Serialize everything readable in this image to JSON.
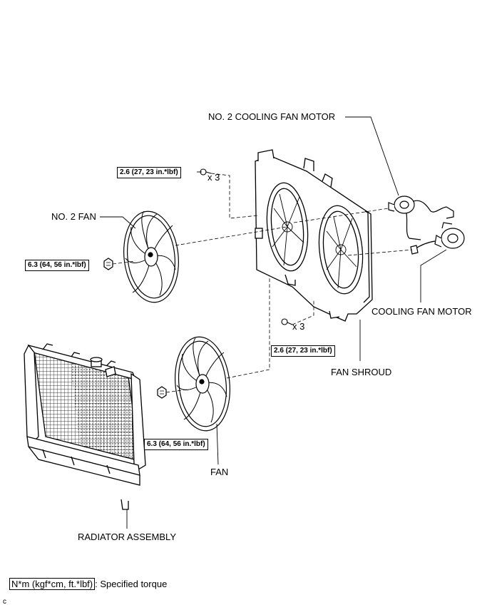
{
  "labels": {
    "no2_cooling_fan_motor": "NO. 2 COOLING FAN MOTOR",
    "no2_fan": "NO. 2 FAN",
    "cooling_fan_motor": "COOLING FAN MOTOR",
    "fan_shroud": "FAN SHROUD",
    "fan": "FAN",
    "radiator_assembly": "RADIATOR ASSEMBLY"
  },
  "torques": {
    "bolt_top": "2.6 (27, 23 in.*lbf)",
    "nut_no2_fan": "6.3 (64, 56 in.*lbf)",
    "bolt_bottom": "2.6 (27, 23 in.*lbf)",
    "nut_fan": "6.3 (64, 56 in.*lbf)"
  },
  "quantities": {
    "bolt_top": "x 3",
    "bolt_bottom": "x 3"
  },
  "legend": {
    "unit": "N*m (kgf*cm, ft.*lbf)",
    "description": ": Specified torque"
  },
  "figure_code": "c"
}
